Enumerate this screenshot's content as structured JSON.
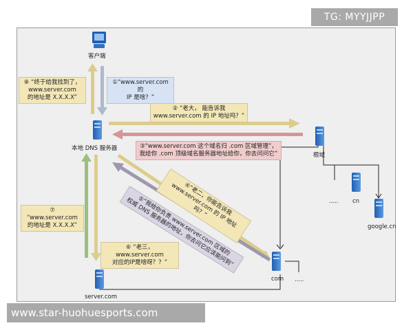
{
  "watermarks": {
    "top": "TG: MYYJJPP",
    "bottom": "www.star-huohuesports.com"
  },
  "nodes": {
    "client": "客户端",
    "local_dns": "本地 DNS 服务器",
    "root": "根域",
    "com": "com",
    "cn": "cn",
    "google_cn": "google.cn",
    "server_com": "server.com",
    "ellipsis_root": ".....",
    "ellipsis_com": "....."
  },
  "steps": {
    "s1": [
      "①“www.server.com 的",
      "IP 是啥？”"
    ],
    "s2": [
      "② “老大， 能告诉我",
      "www.server.com 的 IP 地址吗？”"
    ],
    "s3": [
      "③“www.server.com 这个域名归 .com 区域管理”，",
      "我给你 .com 顶级域名服务器地址给你，你去问问它”"
    ],
    "s4": [
      "④“老二，你能告诉我",
      "www.server.com 的 IP 地址吗？”"
    ],
    "s5": [
      "⑤“我给你负责 www.server.com 区域的",
      "权威 DNS 服务器的地址，你去问它应该能问到”"
    ],
    "s6": [
      "⑥ “老三，www.server.com",
      "对应的IP是啥呀？？”"
    ],
    "s7": [
      "⑦ “www.server.com",
      "的地址是 X.X.X.X”"
    ],
    "s8": [
      "⑧ “终于给我找到了，",
      "www.server.com",
      "的地址是 X.X.X.X”"
    ]
  },
  "colors": {
    "yellow": "#f3e7b8",
    "blue": "#d7e3f5",
    "red": "#f0cccc",
    "green": "#dbe8cc",
    "lavender": "#d9d5e3",
    "background": "#efefef"
  }
}
